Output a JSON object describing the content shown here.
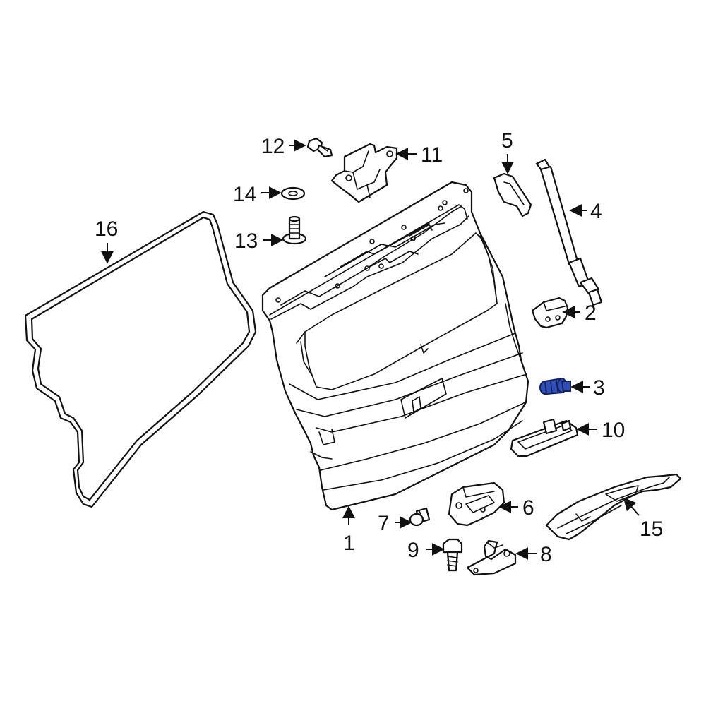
{
  "diagram": {
    "highlight_color": "#2f4fb8",
    "callouts": [
      {
        "id": "1",
        "label": "1"
      },
      {
        "id": "2",
        "label": "2"
      },
      {
        "id": "3",
        "label": "3"
      },
      {
        "id": "4",
        "label": "4"
      },
      {
        "id": "5",
        "label": "5"
      },
      {
        "id": "6",
        "label": "6"
      },
      {
        "id": "7",
        "label": "7"
      },
      {
        "id": "8",
        "label": "8"
      },
      {
        "id": "9",
        "label": "9"
      },
      {
        "id": "10",
        "label": "10"
      },
      {
        "id": "11",
        "label": "11"
      },
      {
        "id": "12",
        "label": "12"
      },
      {
        "id": "13",
        "label": "13"
      },
      {
        "id": "14",
        "label": "14"
      },
      {
        "id": "15",
        "label": "15"
      },
      {
        "id": "16",
        "label": "16"
      }
    ],
    "highlighted_part": "3"
  }
}
